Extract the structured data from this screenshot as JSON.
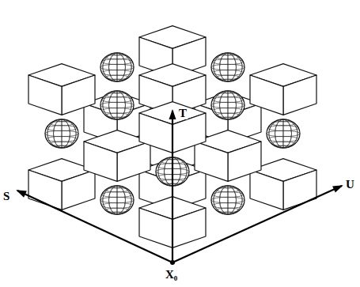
{
  "diagram": {
    "labels": [
      "S",
      "U",
      "T",
      "X₀"
    ]
  }
}
